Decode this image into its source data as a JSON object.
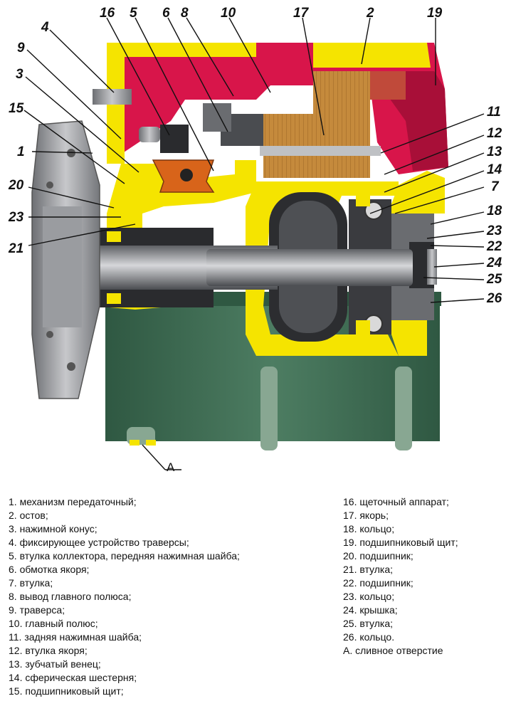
{
  "callouts": {
    "c1": "1",
    "c2": "2",
    "c3": "3",
    "c4": "4",
    "c5": "5",
    "c6": "6",
    "c7": "7",
    "c8": "8",
    "c9": "9",
    "c10": "10",
    "c11": "11",
    "c12": "12",
    "c13": "13",
    "c14": "14",
    "c15": "15",
    "c16": "16",
    "c17": "17",
    "c18": "18",
    "c19": "19",
    "c20": "20",
    "c21": "21",
    "c22": "22",
    "c23a": "23",
    "c23b": "23",
    "c24": "24",
    "c25": "25",
    "c26": "26",
    "cA": "А"
  },
  "legend_left": [
    "1. механизм передаточный;",
    "2. остов;",
    "3. нажимной конус;",
    "4. фиксирующее устройство траверсы;",
    "5. втулка коллектора, передняя нажимная шайба;",
    "6. обмотка якоря;",
    "7. втулка;",
    "8. вывод главного полюса;",
    "9. траверса;",
    "10. главный полюс;",
    "11. задняя нажимная шайба;",
    "12. втулка якоря;",
    "13. зубчатый венец;",
    "14. сферическая шестерня;",
    "15. подшипниковый щит;"
  ],
  "legend_right": [
    "16. щеточный аппарат;",
    "17. якорь;",
    "18. кольцо;",
    "19. подшипниковый щит;",
    "20. подшипник;",
    "21. втулка;",
    "22. подшипник;",
    "23. кольцо;",
    "24. крышка;",
    "25. втулка;",
    "26. кольцо.",
    "А. сливное отверстие"
  ],
  "colors": {
    "yellow": "#f5e400",
    "red": "#d8154a",
    "green": "#3f6b52",
    "gray": "#8d8f94",
    "orange": "#d8641a",
    "copper": "#c58a3c"
  }
}
